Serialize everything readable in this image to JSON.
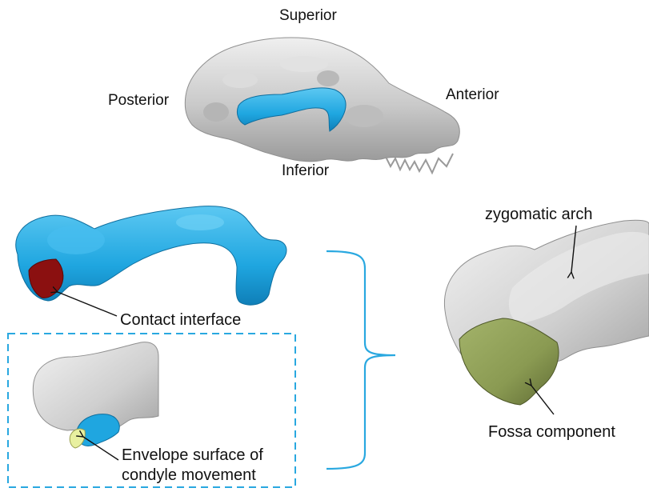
{
  "orientation": {
    "superior": "Superior",
    "posterior": "Posterior",
    "anterior": "Anterior",
    "inferior": "Inferior"
  },
  "labels": {
    "contact_interface": "Contact interface",
    "envelope_line1": "Envelope surface of",
    "envelope_line2": "condyle movement",
    "zygomatic_arch": "zygomatic arch",
    "fossa_component": "Fossa component"
  },
  "colors": {
    "bone": "#c4c4c4",
    "bone_light": "#e6e6e6",
    "arch_blue": "#1fa6e0",
    "contact_red": "#8b1010",
    "fossa_olive": "#8a9a52",
    "envelope_yellow": "#e8f0a0",
    "dashed_box": "#29a8e0",
    "bracket": "#29a8e0"
  }
}
